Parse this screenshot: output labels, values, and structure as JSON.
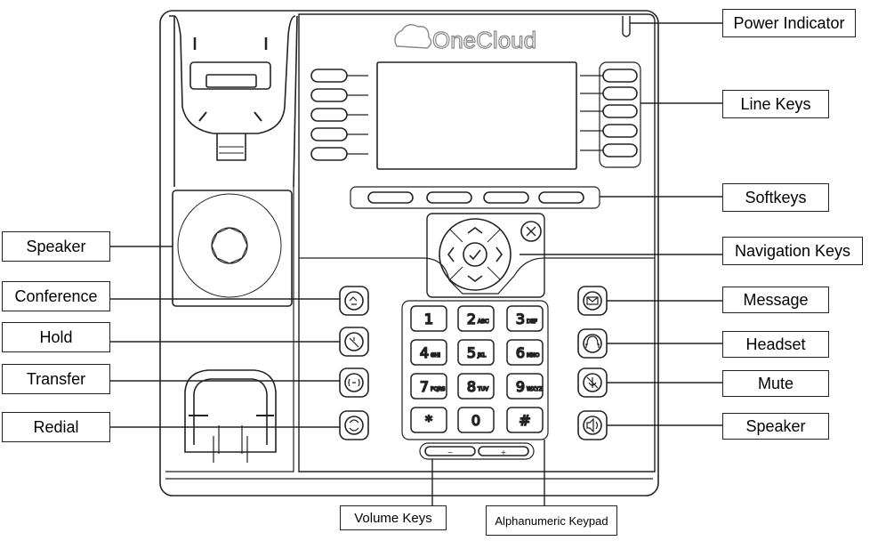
{
  "brand": "OneCloud",
  "callouts": {
    "power_indicator": "Power Indicator",
    "line_keys": "Line Keys",
    "softkeys": "Softkeys",
    "navigation_keys": "Navigation Keys",
    "message": "Message",
    "headset": "Headset",
    "mute": "Mute",
    "speaker_right": "Speaker",
    "speaker_left": "Speaker",
    "conference": "Conference",
    "hold": "Hold",
    "transfer": "Transfer",
    "redial": "Redial",
    "volume_keys": "Volume Keys",
    "alphanumeric_keypad": "Alphanumeric Keypad"
  },
  "keypad": {
    "keys": [
      {
        "main": "1",
        "sub": ""
      },
      {
        "main": "2",
        "sub": "ABC"
      },
      {
        "main": "3",
        "sub": "DEF"
      },
      {
        "main": "4",
        "sub": "GHI"
      },
      {
        "main": "5",
        "sub": "JKL"
      },
      {
        "main": "6",
        "sub": "MNO"
      },
      {
        "main": "7",
        "sub": "PQRS"
      },
      {
        "main": "8",
        "sub": "TUV"
      },
      {
        "main": "9",
        "sub": "WXYZ"
      },
      {
        "main": "*",
        "sub": ""
      },
      {
        "main": "0",
        "sub": ""
      },
      {
        "main": "#",
        "sub": ""
      }
    ]
  },
  "volume": {
    "minus": "−",
    "plus": "+"
  }
}
